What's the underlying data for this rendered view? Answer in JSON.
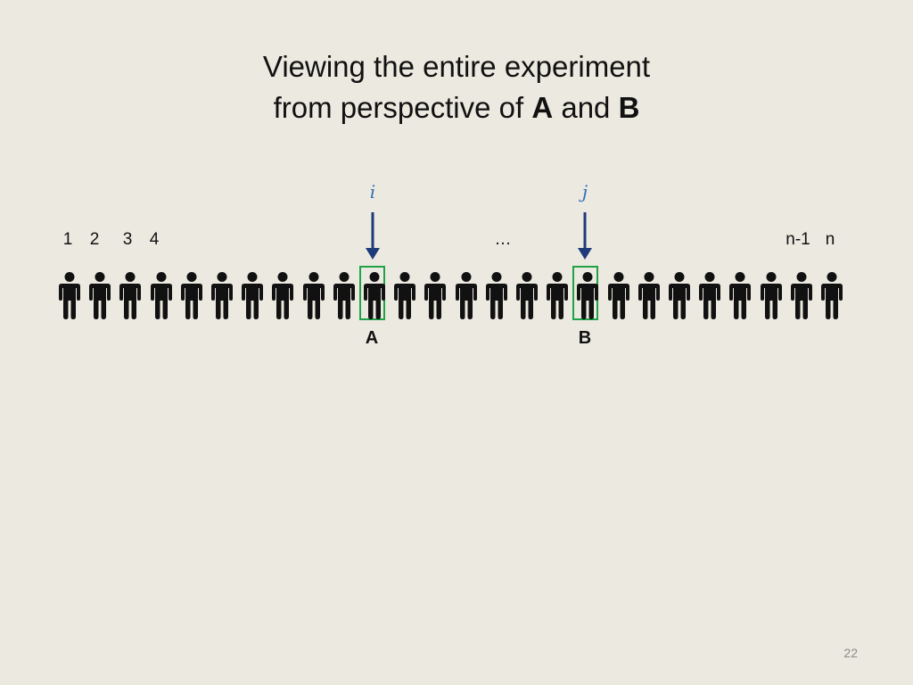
{
  "title": {
    "line1": "Viewing the entire experiment",
    "line2_prefix": "from perspective of ",
    "line2_a": "A",
    "line2_mid": " and ",
    "line2_b": "B"
  },
  "variables": {
    "i": "i",
    "j": "j"
  },
  "index_labels": {
    "one": "1",
    "two": "2",
    "three": "3",
    "four": "4",
    "ellipsis": "…",
    "n_minus_1": "n-1",
    "n": "n"
  },
  "people": {
    "count": 26,
    "highlighted": [
      11,
      18
    ],
    "icon": "person-icon"
  },
  "markers": {
    "a_label": "A",
    "b_label": "B",
    "arrow_icon": "down-arrow-icon",
    "highlight_color": "#1fa347",
    "arrow_color": "#1f3a7a",
    "variable_color": "#2f6fb8"
  },
  "page_number": "22"
}
